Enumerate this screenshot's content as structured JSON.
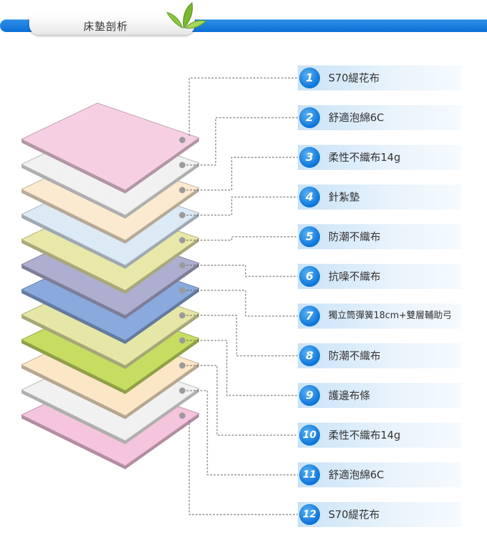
{
  "header": {
    "title": "床墊剖析"
  },
  "layers": [
    {
      "number": "1",
      "label": "S70緹花布",
      "color": "#f7cfe3"
    },
    {
      "number": "2",
      "label": "舒適泡綿6C",
      "color": "#f1f1f1"
    },
    {
      "number": "3",
      "label": "柔性不織布14g",
      "color": "#fbeacf"
    },
    {
      "number": "4",
      "label": "針紮墊",
      "color": "#dceaf5"
    },
    {
      "number": "5",
      "label": "防潮不織布",
      "color": "#e9e8a8"
    },
    {
      "number": "6",
      "label": "抗噪不織布",
      "color": "#aeaed0"
    },
    {
      "number": "7",
      "label": "獨立筒彈簧18cm+雙層輔助弓",
      "color": "#8aa9dc"
    },
    {
      "number": "8",
      "label": "防潮不織布",
      "color": "#e6e6a6"
    },
    {
      "number": "9",
      "label": "護邊布條",
      "color": "#c6dd62"
    },
    {
      "number": "10",
      "label": "柔性不織布14g",
      "color": "#fbe6c6"
    },
    {
      "number": "11",
      "label": "舒適泡綿6C",
      "color": "#f1f1f1"
    },
    {
      "number": "12",
      "label": "S70緹花布",
      "color": "#f5c4dd"
    }
  ]
}
